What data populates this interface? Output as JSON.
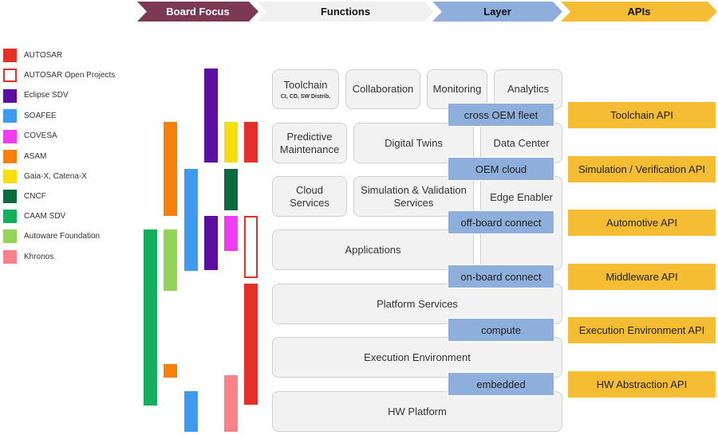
{
  "header": {
    "board_focus": "Board Focus",
    "functions": "Functions",
    "layer": "Layer",
    "apis": "APIs"
  },
  "colors": {
    "board_focus_bg": "#7b3a52",
    "functions_bg": "#f0f0f0",
    "layer_bg": "#8eaedb",
    "apis_bg": "#f5bd34"
  },
  "legend": [
    {
      "label": "AUTOSAR",
      "color": "#e5302a",
      "outline": false
    },
    {
      "label": "AUTOSAR Open Projects",
      "color": "#e5302a",
      "outline": true
    },
    {
      "label": "Eclipse SDV",
      "color": "#5b0fa0",
      "outline": false
    },
    {
      "label": "SOAFEE",
      "color": "#3d9af0",
      "outline": false
    },
    {
      "label": "COVESA",
      "color": "#f13cf3",
      "outline": false
    },
    {
      "label": "ASAM",
      "color": "#f77f0b",
      "outline": false
    },
    {
      "label": "Gaia-X, Catena-X",
      "color": "#f7df0f",
      "outline": false
    },
    {
      "label": "CNCF",
      "color": "#0c6a3e",
      "outline": false
    },
    {
      "label": "CAAM SDV",
      "color": "#14ae5c",
      "outline": false
    },
    {
      "label": "Autoware Foundation",
      "color": "#91d457",
      "outline": false
    },
    {
      "label": "Khronos",
      "color": "#f9828a",
      "outline": false
    }
  ],
  "functions": {
    "toolchain": "Toolchain",
    "toolchain_sub": "CI, CD, SW Distrib.",
    "collaboration": "Collaboration",
    "monitoring": "Monitoring",
    "analytics": "Analytics",
    "predictive_maintenance": "Predictive Maintenance",
    "digital_twins": "Digital Twins",
    "data_center": "Data Center",
    "cloud_services": "Cloud Services",
    "simulation_validation": "Simulation & Validation Services",
    "edge_enabler": "Edge Enabler",
    "applications": "Applications",
    "platform_services": "Platform Services",
    "execution_environment": "Execution Environment",
    "hw_platform": "HW Platform"
  },
  "layers": [
    "cross OEM fleet",
    "OEM cloud",
    "off-board connect",
    "on-board connect",
    "compute",
    "embedded"
  ],
  "apis": [
    "Toolchain API",
    "Simulation / Verification API",
    "Automotive API",
    "Middleware API",
    "Execution Environment API",
    "HW Abstraction API"
  ]
}
